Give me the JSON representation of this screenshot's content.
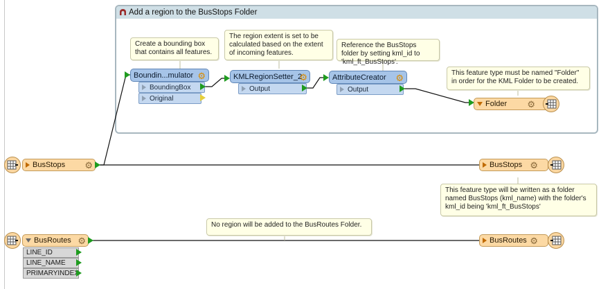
{
  "bookmark": {
    "title": "Add a region to the BusStops Folder"
  },
  "notes": {
    "bbox": "Create a bounding box that contains all features.",
    "region": "The region extent is set to be calculated based on the extent of incoming features.",
    "reference": "Reference the BusStops folder by setting kml_id to 'kml_ft_BusStops'.",
    "folder": "This feature type must be named \"Folder\" in order for the KML Folder to be created.",
    "busstops_out": "This feature type will be written as a folder named BusStops (kml_name) with the folder's kml_id being 'kml_ft_BusStops'",
    "busroutes": "No region will be added to the BusRoutes Folder."
  },
  "transformers": {
    "bbox": {
      "name": "Boundin...mulator",
      "ports": [
        "BoundingBox",
        "Original"
      ]
    },
    "kml": {
      "name": "KMLRegionSetter_2",
      "ports": [
        "Output"
      ]
    },
    "attr": {
      "name": "AttributeCreator",
      "ports": [
        "Output"
      ]
    }
  },
  "readers": {
    "busstops": {
      "name": "BusStops"
    },
    "busroutes": {
      "name": "BusRoutes",
      "attributes": [
        "LINE_ID",
        "LINE_NAME",
        "PRIMARYINDEX"
      ]
    }
  },
  "writers": {
    "folder": {
      "name": "Folder"
    },
    "busstops": {
      "name": "BusStops"
    },
    "busroutes": {
      "name": "BusRoutes"
    }
  },
  "colors": {
    "transformer": "#a6c4e8",
    "feature_type": "#fcd9a4",
    "connection": "#111111",
    "output_port": "#1f9b1f",
    "note": "#ffffe6",
    "bookmark_header": "#cfdfe6"
  }
}
